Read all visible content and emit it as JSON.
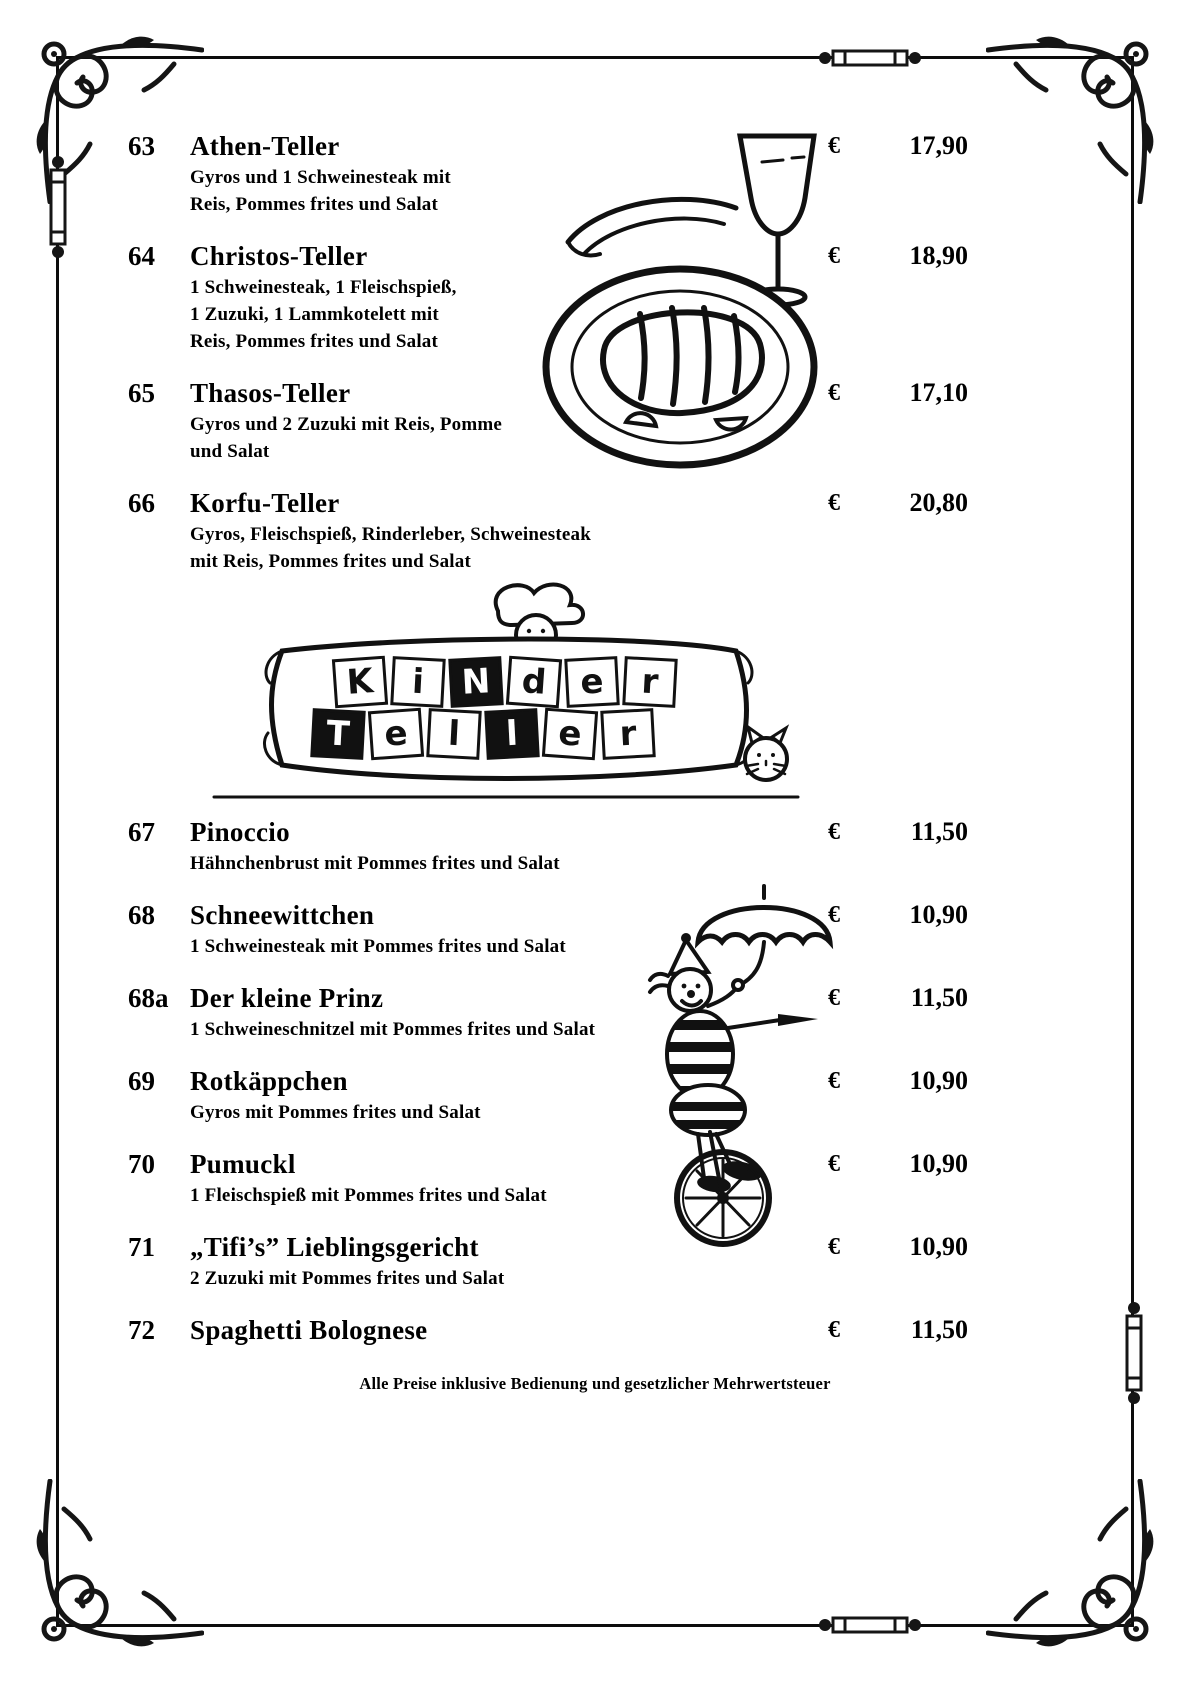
{
  "menu": {
    "currency": "€",
    "items": [
      {
        "number": "63",
        "name": "Athen-Teller",
        "description": "Gyros und 1 Schweinesteak mit\nReis, Pommes frites und Salat",
        "price": "17,90"
      },
      {
        "number": "64",
        "name": "Christos-Teller",
        "description": "1 Schweinesteak, 1 Fleischspieß,\n1 Zuzuki, 1 Lammkotelett mit\nReis, Pommes frites und Salat",
        "price": "18,90"
      },
      {
        "number": "65",
        "name": "Thasos-Teller",
        "description": "Gyros und 2 Zuzuki mit Reis, Pomme\nund Salat",
        "price": "17,10"
      },
      {
        "number": "66",
        "name": "Korfu-Teller",
        "description": "Gyros, Fleischspieß, Rinderleber, Schweinesteak\nmit Reis, Pommes frites und Salat",
        "price": "20,80"
      },
      {
        "number": "67",
        "name": "Pinoccio",
        "description": "Hähnchenbrust mit Pommes frites und Salat",
        "price": "11,50"
      },
      {
        "number": "68",
        "name": "Schneewittchen",
        "description": "1 Schweinesteak mit Pommes frites und Salat",
        "price": "10,90"
      },
      {
        "number": "68a",
        "name": "Der kleine Prinz",
        "description": "1 Schweineschnitzel mit Pommes frites und Salat",
        "price": "11,50"
      },
      {
        "number": "69",
        "name": "Rotkäppchen",
        "description": "Gyros mit Pommes frites und Salat",
        "price": "10,90"
      },
      {
        "number": "70",
        "name": "Pumuckl",
        "description": "1 Fleischspieß mit Pommes frites und Salat",
        "price": "10,90"
      },
      {
        "number": "71",
        "name": "„Tifi’s” Lieblingsgericht",
        "description": "2 Zuzuki mit Pommes frites und Salat",
        "price": "10,90"
      },
      {
        "number": "72",
        "name": "Spaghetti Bolognese",
        "description": "",
        "price": "11,50"
      }
    ],
    "banner": {
      "line1": [
        "K",
        "i",
        "N",
        "d",
        "e",
        "r"
      ],
      "line2": [
        "T",
        "e",
        "l",
        "l",
        "e",
        "r"
      ]
    },
    "footer": "Alle Preise inklusive Bedienung und gesetzlicher Mehrwertsteuer"
  }
}
